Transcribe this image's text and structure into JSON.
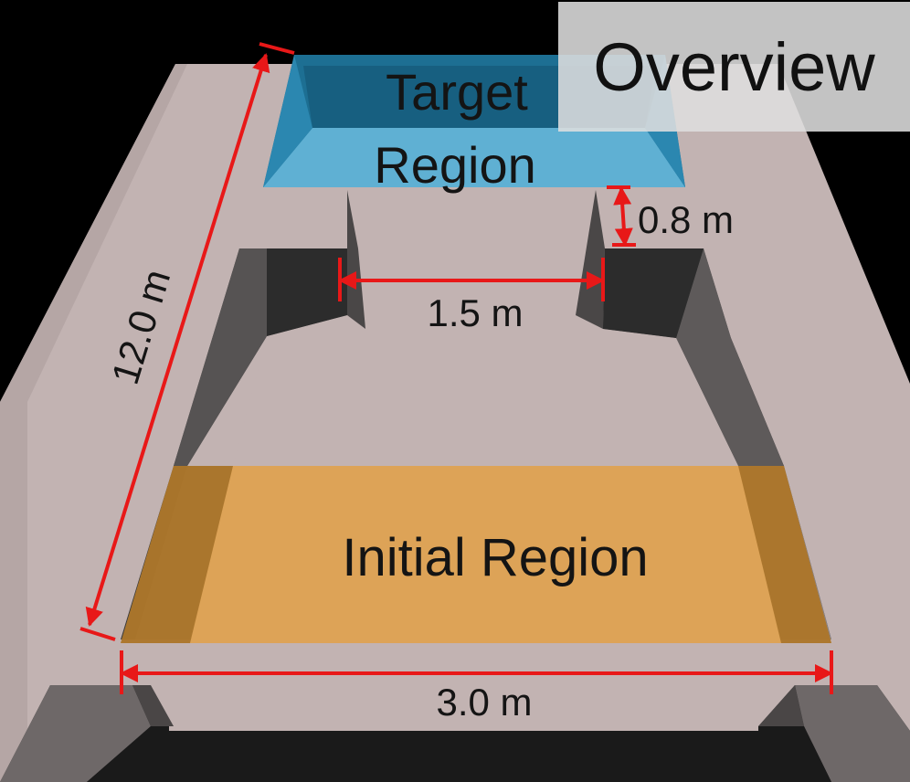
{
  "title": "Overview",
  "regions": {
    "target": {
      "line1": "Target",
      "line2": "Region",
      "color": "#3a9fcb"
    },
    "initial": {
      "label": "Initial Region",
      "color": "#e0a04a"
    }
  },
  "dimensions": {
    "length": "12.0 m",
    "opening_width": "1.5 m",
    "gap_depth": "0.8 m",
    "course_width": "3.0 m"
  },
  "colors": {
    "floor": "#c2b3b2",
    "wall_dark": "#3a3a3a",
    "annotation": "#e81818",
    "background": "#000000"
  }
}
